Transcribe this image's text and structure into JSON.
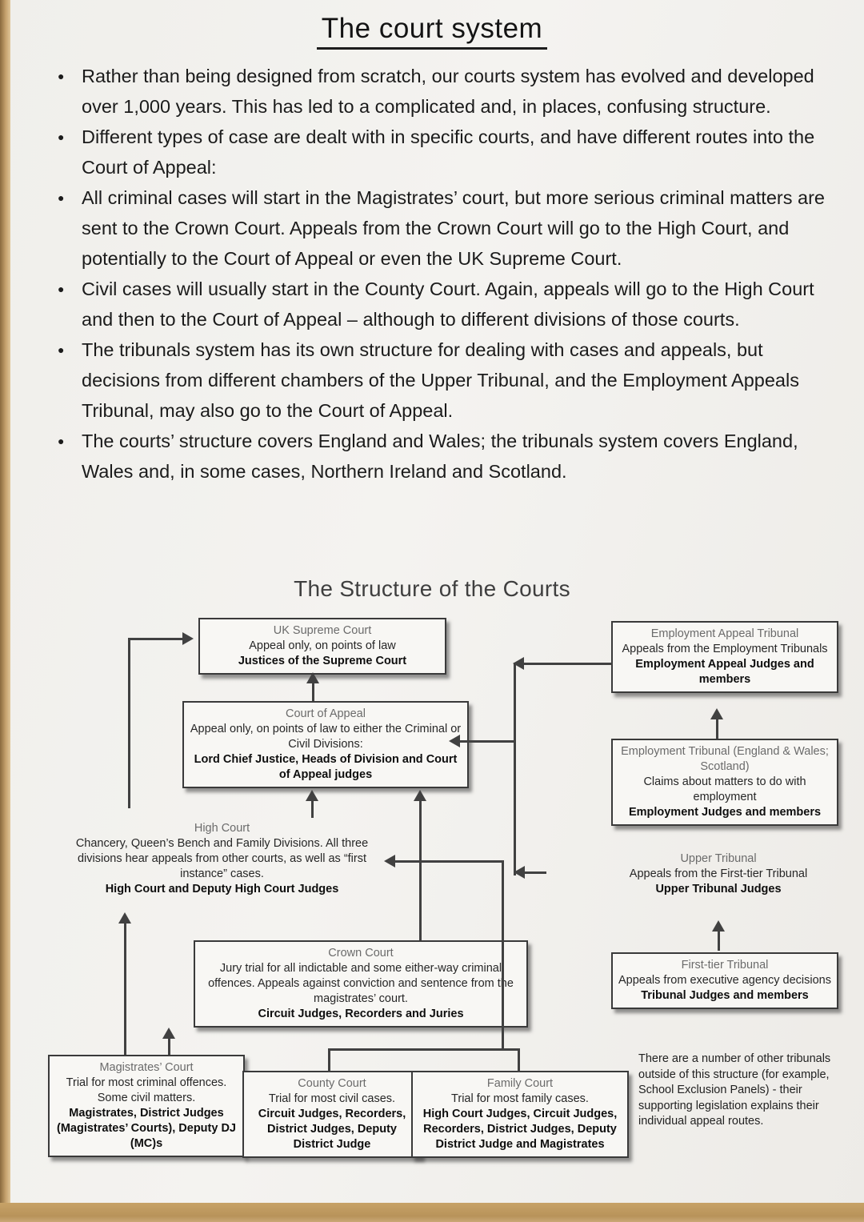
{
  "page": {
    "title": "The court system",
    "bullets": [
      "Rather than being designed from scratch, our courts system has evolved and developed over 1,000 years. This has led to a complicated and, in places, confusing structure.",
      "Different types of case are dealt with in specific courts, and have different routes into the Court of Appeal:",
      "All criminal cases will start in the Magistrates’ court, but more serious criminal matters are sent to the Crown Court. Appeals from the Crown Court will go to the High Court, and potentially to the Court of Appeal or even the UK Supreme Court.",
      "Civil cases will usually start in the County Court. Again, appeals will go to the High Court and then to the Court of Appeal – although to different divisions of those courts.",
      "The tribunals system has its own structure for dealing with cases and appeals, but decisions from different chambers of the Upper Tribunal, and the Employment Appeals Tribunal, may also go to the Court of Appeal.",
      "The courts’ structure covers England and Wales; the tribunals system covers England, Wales and, in some cases, Northern Ireland and Scotland."
    ]
  },
  "diagram": {
    "title": "The Structure of the Courts",
    "boxes": {
      "uk_supreme_court": {
        "name": "UK Supreme Court",
        "desc": "Appeal only, on points of law",
        "judges": "Justices of the Supreme Court"
      },
      "court_of_appeal": {
        "name": "Court of Appeal",
        "desc": "Appeal only, on points of law to either the Criminal or Civil Divisions:",
        "judges": "Lord Chief Justice, Heads of Division and Court of Appeal judges"
      },
      "high_court": {
        "name": "High Court",
        "desc": "Chancery, Queen’s Bench and Family Divisions. All three divisions hear appeals from other courts, as well as “first instance” cases.",
        "judges": "High Court and Deputy High Court Judges"
      },
      "crown_court": {
        "name": "Crown Court",
        "desc": "Jury trial for all indictable and some either-way criminal offences. Appeals against conviction and sentence from the magistrates’ court.",
        "judges": "Circuit Judges, Recorders and Juries"
      },
      "magistrates_court": {
        "name": "Magistrates’ Court",
        "desc": "Trial for most criminal offences. Some civil matters.",
        "judges": "Magistrates, District Judges (Magistrates’ Courts), Deputy DJ (MC)s"
      },
      "county_court": {
        "name": "County Court",
        "desc": "Trial for most civil cases.",
        "judges": "Circuit Judges, Recorders, District Judges, Deputy District Judge"
      },
      "family_court": {
        "name": "Family Court",
        "desc": "Trial for most family cases.",
        "judges": "High Court Judges, Circuit Judges, Recorders, District Judges, Deputy District Judge and Magistrates"
      },
      "employment_appeal_tribunal": {
        "name": "Employment Appeal Tribunal",
        "desc": "Appeals from the Employment Tribunals",
        "judges": "Employment Appeal Judges and members"
      },
      "employment_tribunal": {
        "name": "Employment Tribunal (England & Wales; Scotland)",
        "desc": "Claims about matters to do with employment",
        "judges": "Employment Judges and members"
      },
      "upper_tribunal": {
        "name": "Upper Tribunal",
        "desc": "Appeals from the First-tier Tribunal",
        "judges": "Upper Tribunal Judges"
      },
      "first_tier_tribunal": {
        "name": "First-tier Tribunal",
        "desc": "Appeals from executive agency decisions",
        "judges": "Tribunal Judges and members"
      }
    },
    "note": "There are a number of other tribunals outside of this structure (for example, School Exclusion Panels) - their supporting legislation explains their individual appeal routes."
  },
  "colors": {
    "paper": "#f2f1ee",
    "edge_tan": "#c7a267",
    "ink": "#1c1c1c",
    "line": "#414141",
    "muted_header": "#6b6b6b"
  }
}
